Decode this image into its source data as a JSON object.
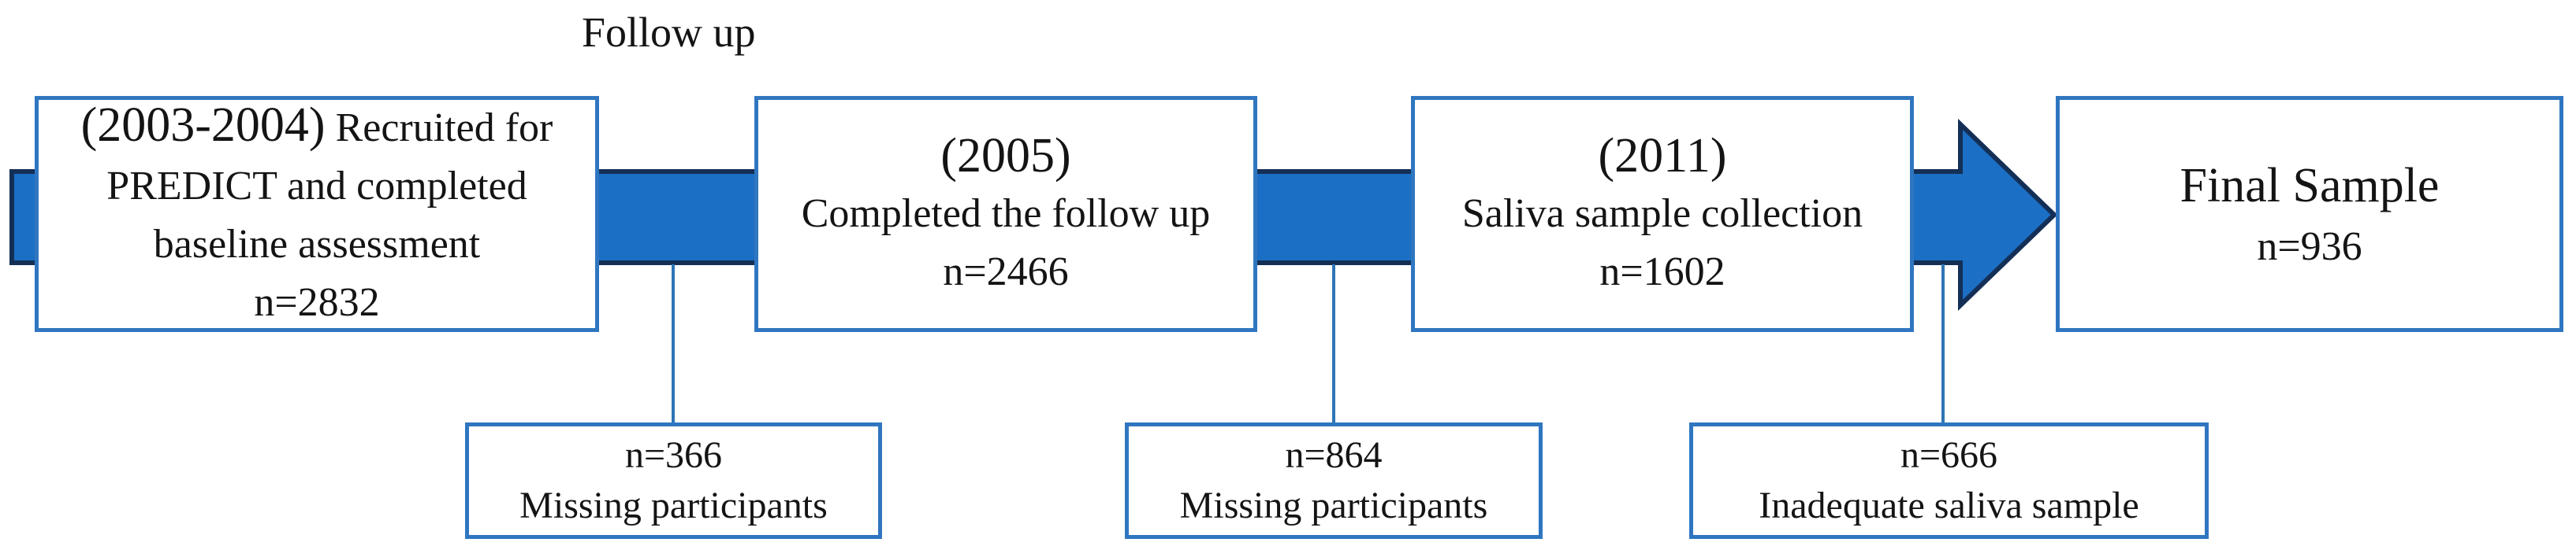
{
  "follow_up_label": "Follow up",
  "main_boxes": {
    "recruitment": {
      "year": "(2003-2004)",
      "title_line1": " Recruited for",
      "title_line2": "PREDICT and completed",
      "title_line3": "baseline assessment",
      "n": "n=2832"
    },
    "followup": {
      "year": "(2005)",
      "title": "Completed the follow up",
      "n": "n=2466"
    },
    "saliva": {
      "year": "(2011)",
      "title": "Saliva sample collection",
      "n": "n=1602"
    },
    "final": {
      "title": "Final Sample",
      "n": "n=936"
    }
  },
  "exclusion_boxes": [
    {
      "n": "n=366",
      "label": "Missing participants"
    },
    {
      "n": "n=864",
      "label": "Missing participants"
    },
    {
      "n": "n=666",
      "label": "Inadequate saliva sample"
    }
  ],
  "colors": {
    "background": "#FFFFFF",
    "arrow_fill": "#1B6FC5",
    "arrow_outline": "#142F56",
    "box_border": "#2F76C0",
    "connector": "#2E75B6",
    "text": "#141414"
  }
}
